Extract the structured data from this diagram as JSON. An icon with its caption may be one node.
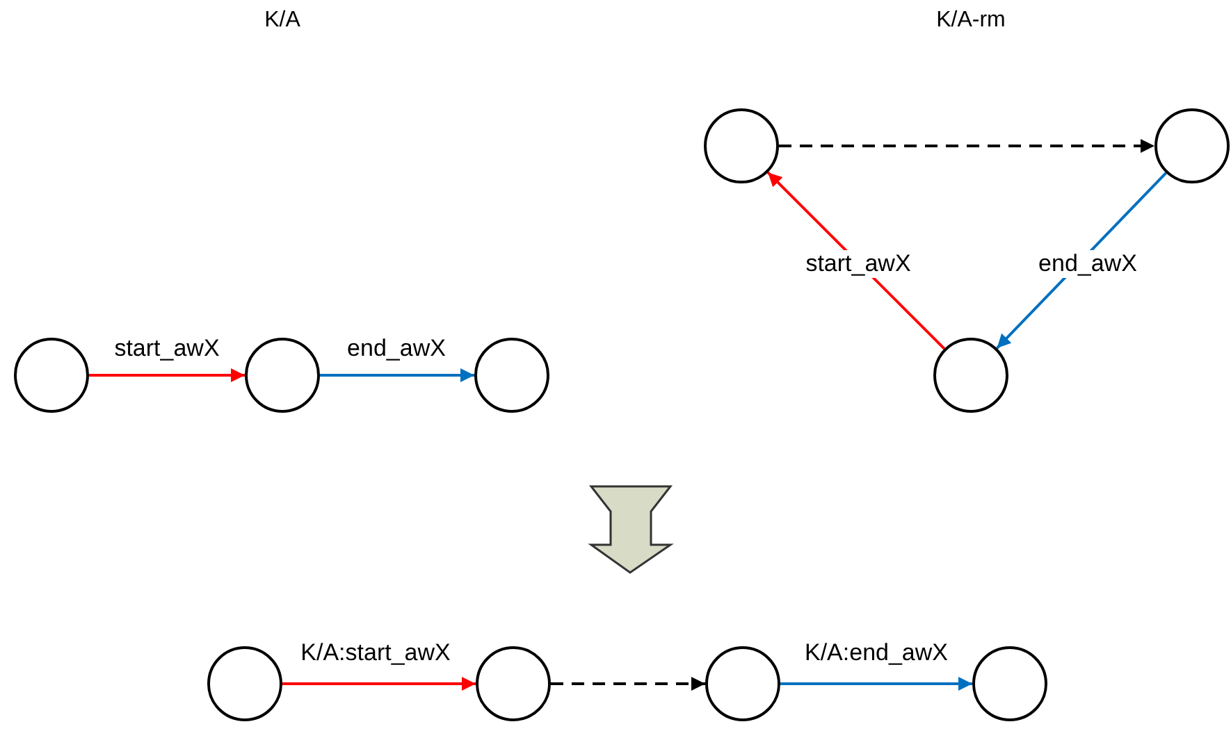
{
  "diagram": {
    "nodes": [
      {
        "text": [],
        "shape": "circle"
      },
      {
        "text": [],
        "shape": "circle"
      },
      {
        "text": [],
        "shape": "circle"
      },
      {
        "text": [],
        "shape": "circle"
      },
      {
        "text": [],
        "shape": "circle"
      },
      {
        "text": [],
        "shape": "circle"
      },
      {
        "text": [],
        "shape": "circle"
      },
      {
        "text": [],
        "shape": "circle"
      },
      {
        "text": [],
        "shape": "circle"
      },
      {
        "text": [],
        "shape": "circle"
      }
    ],
    "edges": [
      {
        "from": 0,
        "to": 1,
        "arrow": "to",
        "label": "start_awX",
        "color": "#ff0000"
      },
      {
        "from": 1,
        "to": 2,
        "arrow": "to",
        "label": "end_awX",
        "color": "#0070c0"
      },
      {
        "from": 3,
        "to": 4,
        "arrow": "to",
        "style": "dashed",
        "color": "#000000"
      },
      {
        "from": 5,
        "to": 3,
        "arrow": "to",
        "label": "start_awX",
        "color": "#ff0000"
      },
      {
        "from": 4,
        "to": 5,
        "arrow": "to",
        "label": "end_awX",
        "color": "#0070c0"
      },
      {
        "from": 6,
        "to": 7,
        "arrow": "to",
        "label": "K/A:start_awX",
        "color": "#ff0000"
      },
      {
        "from": 7,
        "to": 8,
        "arrow": "to",
        "style": "dashed",
        "color": "#000000"
      },
      {
        "from": 8,
        "to": 9,
        "arrow": "to",
        "label": "K/A:end_awX",
        "color": "#0070c0"
      }
    ],
    "labels": [
      "K/A",
      "K/A-rm"
    ]
  }
}
